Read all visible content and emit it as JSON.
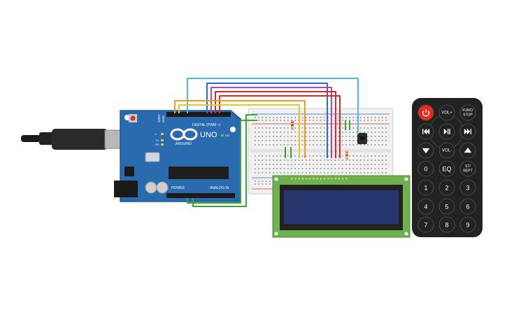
{
  "arduino": {
    "model_label": "UNO",
    "brand_label": "ARDUINO",
    "digital_label": "DIGITAL (PWM ~)",
    "power_label": "POWER",
    "analog_label": "ANALOG IN",
    "aref_label": "AREF",
    "gnd_label": "GND",
    "tx_label": "TX",
    "rx_label": "RX",
    "l_label": "L",
    "on_label": "ON"
  },
  "remote": {
    "buttons": [
      {
        "id": "power",
        "label": "",
        "icon": "power-icon",
        "color": "#e8291c"
      },
      {
        "id": "vol-up",
        "label": "VOL+",
        "icon": "",
        "color": "#222222"
      },
      {
        "id": "func-stop",
        "label": "FUNC/STOP",
        "icon": "",
        "color": "#222222"
      },
      {
        "id": "prev",
        "label": "",
        "icon": "skip-back-icon",
        "color": "#222222"
      },
      {
        "id": "play-pause",
        "label": "",
        "icon": "play-pause-icon",
        "color": "#222222"
      },
      {
        "id": "next",
        "label": "",
        "icon": "skip-forward-icon",
        "color": "#222222"
      },
      {
        "id": "down",
        "label": "",
        "icon": "arrow-down-icon",
        "color": "#222222"
      },
      {
        "id": "vol-down",
        "label": "VOL-",
        "icon": "",
        "color": "#222222"
      },
      {
        "id": "up",
        "label": "",
        "icon": "arrow-up-icon",
        "color": "#222222"
      },
      {
        "id": "b0",
        "label": "0",
        "icon": "",
        "color": "#222222"
      },
      {
        "id": "eq",
        "label": "EQ",
        "icon": "",
        "color": "#222222"
      },
      {
        "id": "st-rept",
        "label": "ST/REPT",
        "icon": "",
        "color": "#222222"
      },
      {
        "id": "b1",
        "label": "1",
        "icon": "",
        "color": "#222222"
      },
      {
        "id": "b2",
        "label": "2",
        "icon": "",
        "color": "#222222"
      },
      {
        "id": "b3",
        "label": "3",
        "icon": "",
        "color": "#222222"
      },
      {
        "id": "b4",
        "label": "4",
        "icon": "",
        "color": "#222222"
      },
      {
        "id": "b5",
        "label": "5",
        "icon": "",
        "color": "#222222"
      },
      {
        "id": "b6",
        "label": "6",
        "icon": "",
        "color": "#222222"
      },
      {
        "id": "b7",
        "label": "7",
        "icon": "",
        "color": "#222222"
      },
      {
        "id": "b8",
        "label": "8",
        "icon": "",
        "color": "#222222"
      },
      {
        "id": "b9",
        "label": "9",
        "icon": "",
        "color": "#222222"
      }
    ]
  },
  "colors": {
    "arduino_board": "#2a6bb0",
    "breadboard": "#f1f1f1",
    "lcd_pcb": "#6fb04f",
    "lcd_screen": "#25356e",
    "remote_body": "#222222",
    "wire_cyan": "#4fb9d9",
    "wire_blue": "#1f6fd6",
    "wire_magenta": "#c23eab",
    "wire_red": "#d12b2b",
    "wire_orange": "#f29a1f",
    "wire_yellow": "#e8c81a",
    "wire_green": "#3aa53a"
  }
}
